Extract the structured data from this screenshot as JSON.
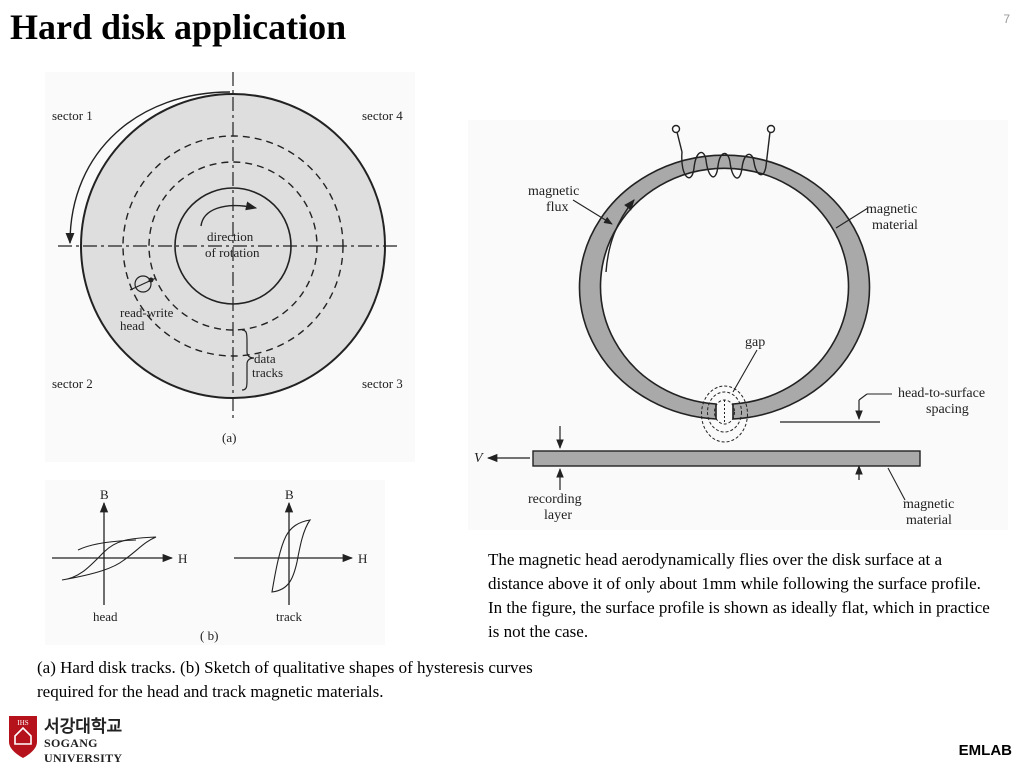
{
  "slide": {
    "title": "Hard disk application",
    "page_number": "7",
    "description": "The magnetic head aerodynamically flies over the disk surface at a distance above it of only about 1mm while following the surface profile. In the figure, the surface profile is shown as ideally flat, which in practice is not the case.",
    "caption": "(a) Hard disk tracks. (b) Sketch of qualitative shapes of hysteresis curves required for the head and track magnetic materials.",
    "footer_label": "EMLAB"
  },
  "logo": {
    "korean_name": "서강대학교",
    "english_name": "SOGANG UNIVERSITY",
    "crest_text": "IHS",
    "color": "#b5121b"
  },
  "figure_a": {
    "sector1": "sector 1",
    "sector2": "sector 2",
    "sector3": "sector 3",
    "sector4": "sector 4",
    "rotation_line1": "direction",
    "rotation_line2": "of rotation",
    "head_line1": "read-write",
    "head_line2": "head",
    "tracks_line1": "data",
    "tracks_line2": "tracks",
    "label": "(a)"
  },
  "figure_b": {
    "axis_b": "B",
    "axis_h": "H",
    "head": "head",
    "track": "track",
    "label": "( b)"
  },
  "head_figure": {
    "magnetic_flux_line1": "magnetic",
    "magnetic_flux_line2": "flux",
    "magnetic_material_top_line1": "magnetic",
    "magnetic_material_top_line2": "material",
    "gap": "gap",
    "spacing_line1": "head-to-surface",
    "spacing_line2": "spacing",
    "velocity": "V",
    "recording_line1": "recording",
    "recording_line2": "layer",
    "magnetic_material_bottom_line1": "magnetic",
    "magnetic_material_bottom_line2": "material"
  },
  "colors": {
    "disk_fill": "#dedede",
    "material_fill": "#a9a9a9",
    "figure_bg": "#fafafa"
  }
}
